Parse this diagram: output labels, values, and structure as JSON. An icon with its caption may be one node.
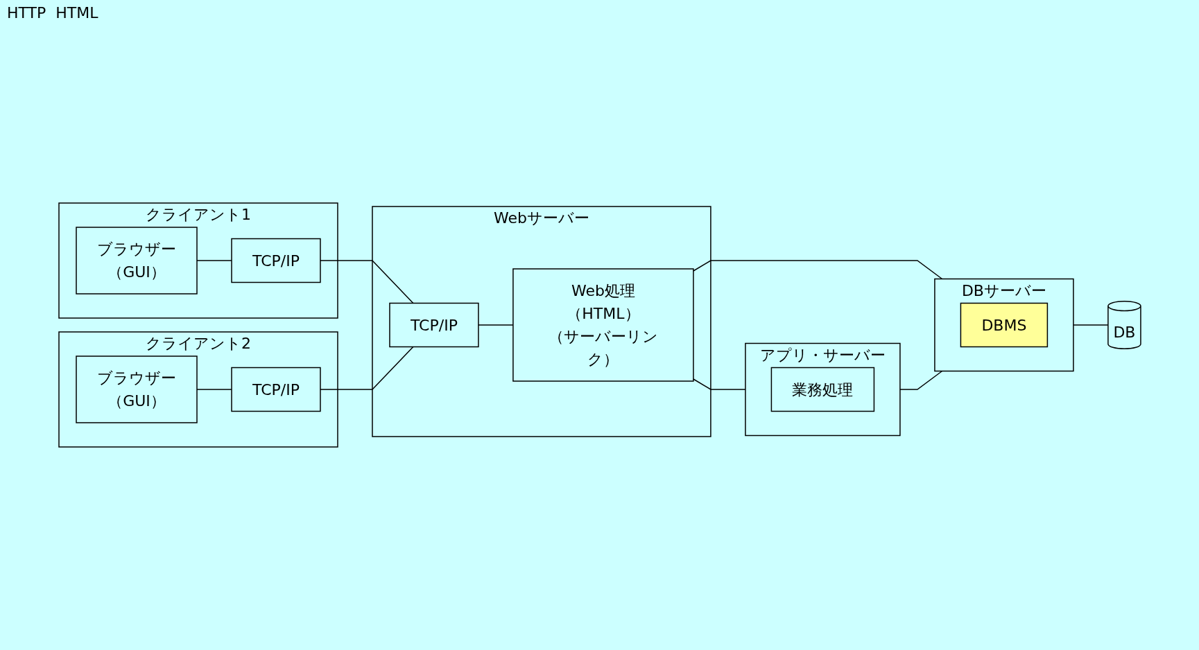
{
  "diagram": {
    "nodes": [
      {
        "text": [
          "クライアント1"
        ]
      },
      {
        "text": [
          "ブラウザー",
          "（GUI）"
        ],
        "in": 0
      },
      {
        "text": [
          "TCP/IP"
        ],
        "in": 0
      },
      {
        "text": [
          "クライアント2"
        ]
      },
      {
        "text": [
          "ブラウザー",
          "（GUI）"
        ],
        "in": 3
      },
      {
        "text": [
          "TCP/IP"
        ],
        "in": 3
      },
      {
        "text": [
          "Webサーバー"
        ]
      },
      {
        "text": [
          "TCP/IP"
        ],
        "in": 6
      },
      {
        "text": [
          "Web処理",
          "（HTML）",
          "（サーバーリンク）"
        ],
        "in": 6
      },
      {
        "text": [
          "アプリ・サーバー"
        ]
      },
      {
        "text": [
          "業務処理"
        ],
        "in": 9
      },
      {
        "text": [
          "DBサーバー"
        ]
      },
      {
        "text": [
          "DBMS"
        ],
        "in": 11
      },
      {
        "text": [
          "DB"
        ]
      }
    ],
    "edges": [
      {
        "from": 1,
        "to": 2,
        "arrow": "none"
      },
      {
        "from": 2,
        "to": 7,
        "arrow": "none"
      },
      {
        "from": 4,
        "to": 5,
        "arrow": "none"
      },
      {
        "from": 5,
        "to": 7,
        "arrow": "none"
      },
      {
        "from": 7,
        "to": 8,
        "arrow": "none"
      },
      {
        "from": 8,
        "to": 9,
        "arrow": "none"
      },
      {
        "from": 8,
        "to": 11,
        "arrow": "none"
      },
      {
        "from": 9,
        "to": 11,
        "arrow": "none"
      },
      {
        "from": 11,
        "to": 13,
        "arrow": "none"
      }
    ],
    "labels": [
      "HTTP",
      "HTML"
    ]
  }
}
